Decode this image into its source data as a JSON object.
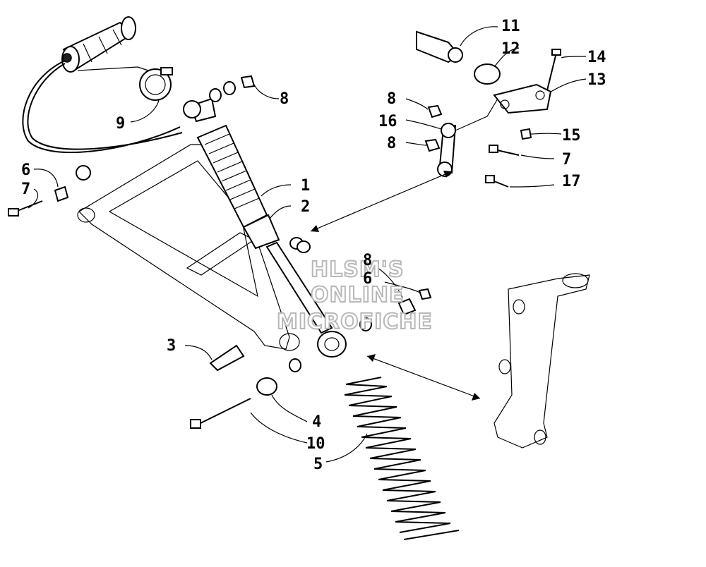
{
  "callouts": {
    "c1": "1",
    "c2": "2",
    "c3": "3",
    "c4": "4",
    "c5": "5",
    "c6a": "6",
    "c6b": "6",
    "c7a": "7",
    "c7b": "7",
    "c8a": "8",
    "c8b": "8",
    "c8c": "8",
    "c8d": "8",
    "c9": "9",
    "c10": "10",
    "c11": "11",
    "c12": "12",
    "c13": "13",
    "c14": "14",
    "c15": "15",
    "c16": "16",
    "c17": "17"
  },
  "watermark": {
    "line1": "HLSM'S",
    "line2": "ONLINE",
    "line3": "MICROFICHE"
  }
}
